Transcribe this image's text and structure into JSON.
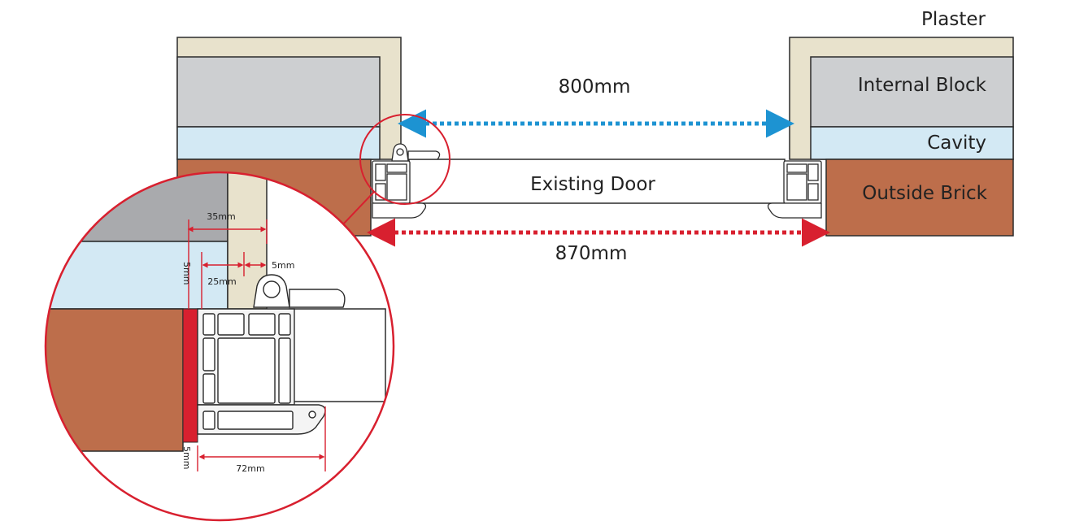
{
  "colors": {
    "plaster": "#e8e2cc",
    "internal_block": "#cdcfd1",
    "cavity": "#d3e9f4",
    "brick": "#bd6e4b",
    "grey_block_zoom": "#a9aaad",
    "red": "#d8202f",
    "blue": "#1d93d2",
    "outline": "#2b2b2b"
  },
  "labels": {
    "plaster": "Plaster",
    "internal_block": "Internal Block",
    "cavity": "Cavity",
    "outside_brick": "Outside Brick",
    "existing_door": "Existing Door",
    "opening_width": "800mm",
    "brick_width": "870mm"
  },
  "detail": {
    "plaster_block": "35mm",
    "cavity_gap": "25mm",
    "plaster_gap": "5mm",
    "side_gap_top": "5mm",
    "side_gap_bottom": "5mm",
    "frame_depth": "72mm"
  }
}
